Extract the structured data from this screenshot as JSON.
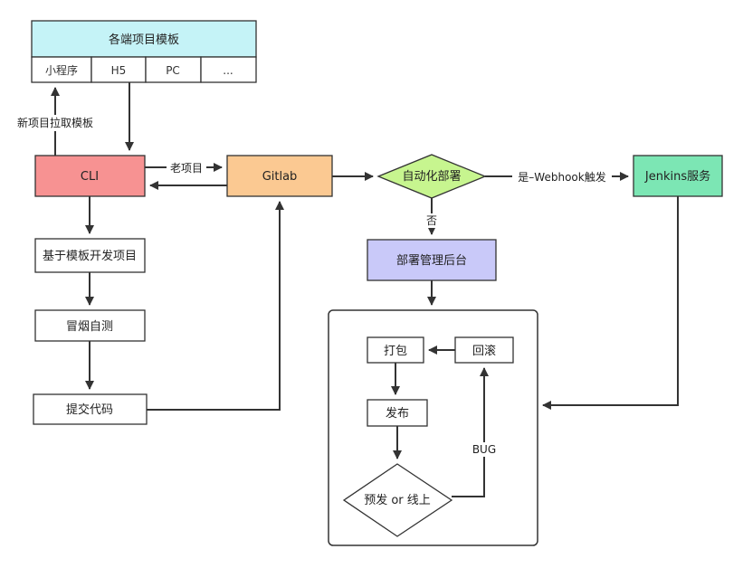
{
  "templates": {
    "title": "各端项目模板",
    "items": [
      "小程序",
      "H5",
      "PC",
      "..."
    ]
  },
  "cli": "CLI",
  "gitlab": "Gitlab",
  "auto_deploy": "自动化部署",
  "jenkins": "Jenkins服务",
  "admin": "部署管理后台",
  "steps": {
    "develop": "基于模板开发项目",
    "smoke": "冒烟自测",
    "commit": "提交代码"
  },
  "edges": {
    "new_project": "新项目拉取模板",
    "old_project": "老项目",
    "yes_webhook": "是–Webhook触发",
    "no": "否",
    "bug": "BUG"
  },
  "pipeline": {
    "package": "打包",
    "rollback": "回滚",
    "publish": "发布",
    "env": "预发 or 线上"
  },
  "colors": {
    "templates_header": "#c5f3f7",
    "cli": "#f79292",
    "gitlab": "#fbc992",
    "auto_deploy": "#c7f58f",
    "jenkins": "#7ce6b4",
    "admin": "#c9c9f9"
  }
}
